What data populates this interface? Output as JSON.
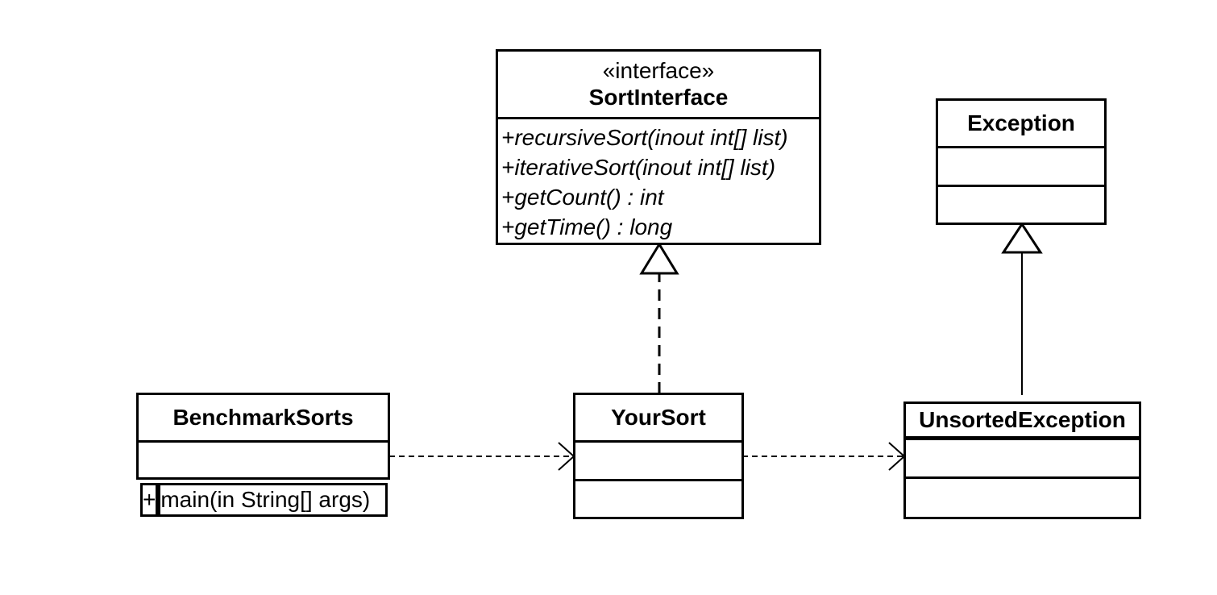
{
  "diagram": {
    "sort_interface": {
      "stereotype": "«interface»",
      "name": "SortInterface",
      "operations": [
        "+recursiveSort(inout int[] list)",
        "+iterativeSort(inout int[] list)",
        "+getCount() : int",
        "+getTime() : long"
      ]
    },
    "exception": {
      "name": "Exception"
    },
    "benchmark_sorts": {
      "name": "BenchmarkSorts",
      "operation_visibility": "+",
      "operation": "main(in String[] args)"
    },
    "your_sort": {
      "name": "YourSort"
    },
    "unsorted_exception": {
      "name": "UnsortedException"
    }
  }
}
